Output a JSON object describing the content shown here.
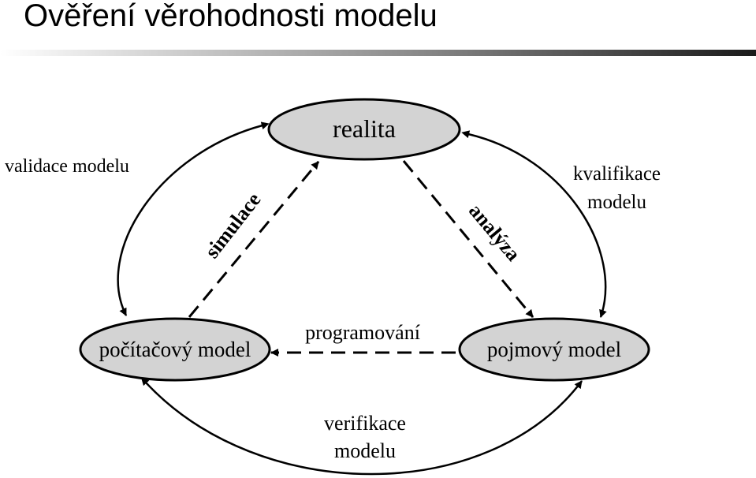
{
  "title": "Ověření věrohodnosti modelu",
  "nodes": {
    "realita": "realita",
    "computer_model": "počítačový model",
    "concept_model": "pojmový model"
  },
  "labels": {
    "validation": "validace modelu",
    "qualification_line1": "kvalifikace",
    "qualification_line2": "modelu",
    "verification_line1": "verifikace",
    "verification_line2": "modelu",
    "simulation": "simulace",
    "analysis": "analýza",
    "programming": "programování"
  },
  "colors": {
    "node_fill": "#d3d3d3",
    "stroke": "#000000"
  }
}
